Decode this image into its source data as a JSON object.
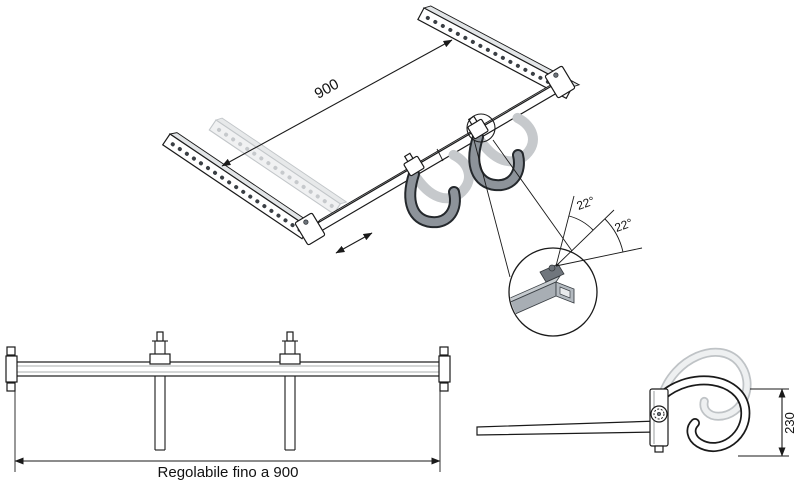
{
  "isometric_view": {
    "dimension_width": "900",
    "angle_left_label": "22°",
    "angle_right_label": "22°"
  },
  "front_view": {
    "dimension_label": "Regolabile fino a 900"
  },
  "side_view": {
    "dimension_height": "230"
  },
  "colors": {
    "line": "#1a1a1a",
    "hook_gray": "#8d939a",
    "ghost_gray": "#c6c9cc",
    "tube_gray": "#a8aeb4",
    "background": "#ffffff"
  }
}
